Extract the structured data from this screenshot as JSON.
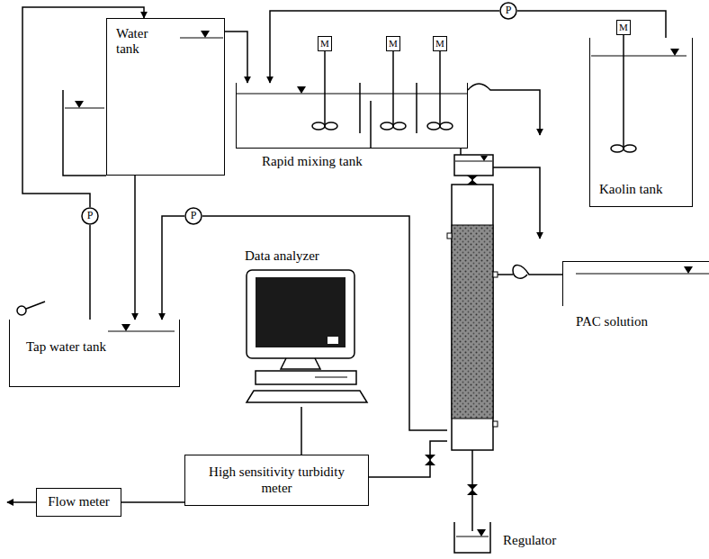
{
  "diagram": {
    "nodes": [
      {
        "text": [
          "Water tank"
        ]
      },
      {
        "text": [
          "Rapid mixing tank"
        ]
      },
      {
        "text": [
          "M"
        ]
      },
      {
        "text": [
          "M"
        ]
      },
      {
        "text": [
          "M"
        ]
      },
      {
        "text": [
          "M"
        ]
      },
      {
        "text": [
          "Kaolin tank"
        ]
      },
      {
        "text": [
          "P"
        ]
      },
      {
        "text": [
          "P"
        ]
      },
      {
        "text": [
          "P"
        ]
      },
      {
        "text": [
          "Data analyzer"
        ]
      },
      {
        "text": [
          "Tap water tank"
        ]
      },
      {
        "text": [
          "PAC solution"
        ]
      },
      {
        "text": [
          "High sensitivity turbidity meter"
        ]
      },
      {
        "text": [
          "Flow meter"
        ]
      },
      {
        "text": [
          "Regulator"
        ]
      }
    ],
    "edges": [
      {
        "from": 0,
        "to": 1,
        "arrow": "to"
      },
      {
        "from": 6,
        "to": 7,
        "arrow": "none"
      },
      {
        "from": 7,
        "to": 1,
        "arrow": "to"
      },
      {
        "from": 11,
        "to": 8,
        "arrow": "none"
      },
      {
        "from": 8,
        "to": 0,
        "arrow": "to"
      },
      {
        "from": 0,
        "to": 11,
        "arrow": "to"
      },
      {
        "from": 9,
        "to": 11,
        "arrow": "to"
      },
      {
        "from": 10,
        "to": 13,
        "arrow": "none"
      },
      {
        "from": 13,
        "to": 14,
        "arrow": "none"
      }
    ]
  }
}
